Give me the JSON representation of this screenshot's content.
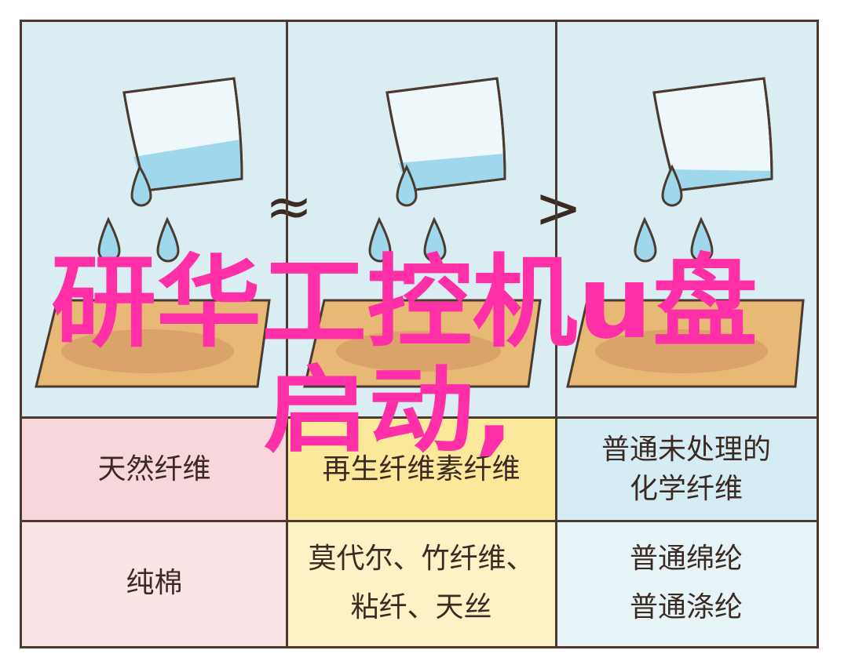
{
  "diagram": {
    "comparison_symbols": [
      "≈",
      ">"
    ],
    "rows": [
      {
        "cells": [
          [
            "天然纤维"
          ],
          [
            "再生纤维素纤维"
          ],
          [
            "普通未处理的",
            "化学纤维"
          ]
        ]
      },
      {
        "cells": [
          [
            "纯棉"
          ],
          [
            "莫代尔、竹纤维、",
            "粘纤、天丝"
          ],
          [
            "普通绵纶",
            "普通涤纶"
          ]
        ]
      }
    ]
  },
  "overlay": {
    "line1": "研华工控机u盘",
    "line2": "启动,"
  },
  "colors": {
    "illustration_bg": "#d9edf3",
    "row1": [
      "#f8d7dc",
      "#fbe89a",
      "#d6ecf5"
    ],
    "row2": [
      "#fbe3e6",
      "#fdf2c6",
      "#e6f4f8"
    ],
    "border": "#4a3a2f",
    "overlay_text": "#ff2fa8"
  }
}
